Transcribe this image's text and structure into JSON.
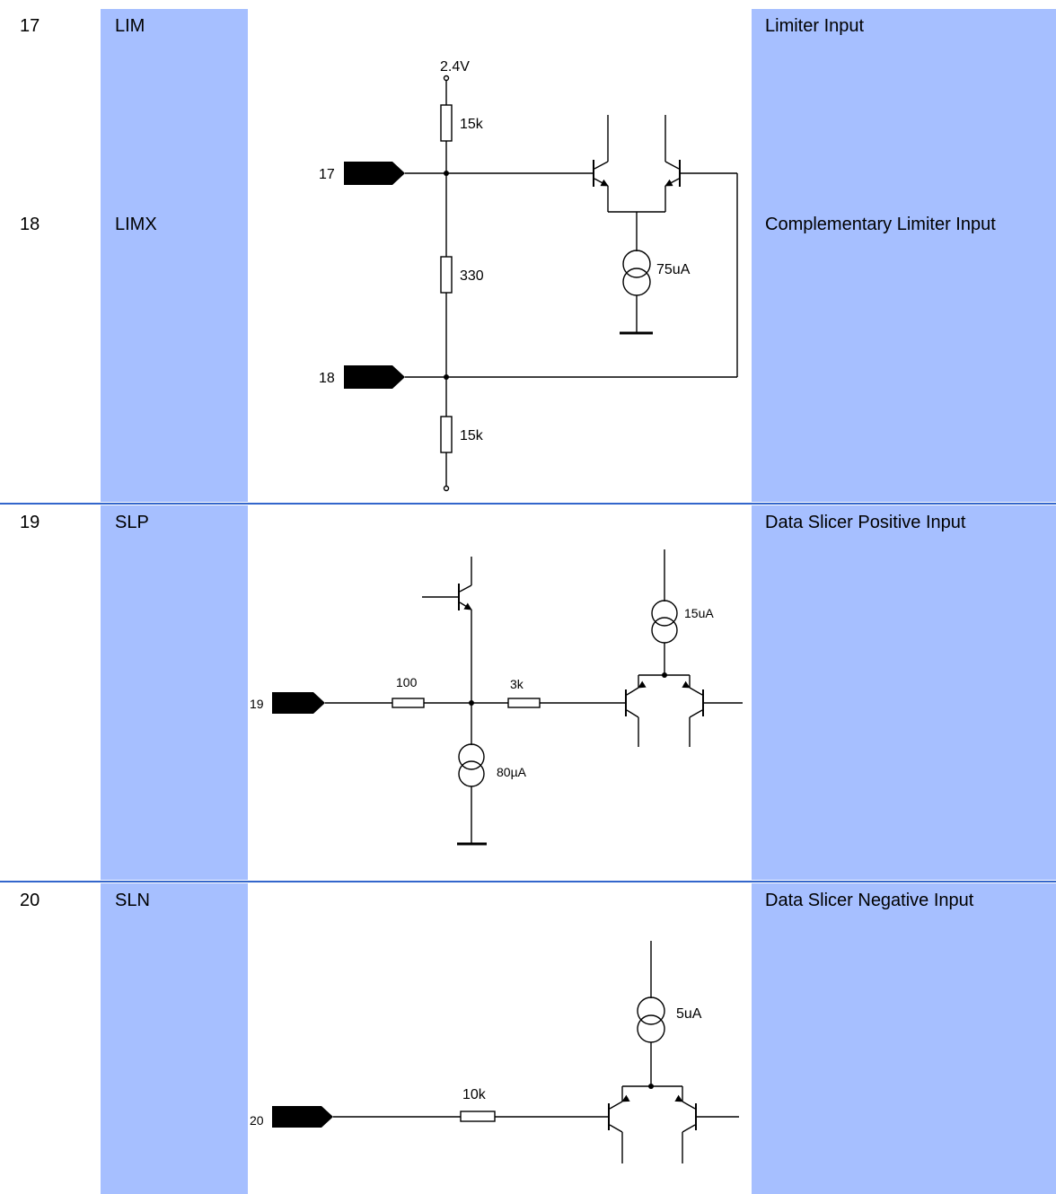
{
  "rows": [
    {
      "num": "17",
      "name": "LIM",
      "desc": "Limiter Input"
    },
    {
      "num": "18",
      "name": "LIMX",
      "desc": "Complementary Limiter Input"
    },
    {
      "num": "19",
      "name": "SLP",
      "desc": "Data Slicer Positive Input"
    },
    {
      "num": "20",
      "name": "SLN",
      "desc": "Data Slicer Negative Input"
    }
  ],
  "schematic1": {
    "supply": "2.4V",
    "r_top": "15k",
    "r_mid": "330",
    "r_bot": "15k",
    "current": "75uA",
    "pin_a": "17",
    "pin_b": "18"
  },
  "schematic2": {
    "pin": "19",
    "r1": "100",
    "r2": "3k",
    "current_bias": "80µA",
    "current_tail": "15uA"
  },
  "schematic3": {
    "pin": "20",
    "r1": "10k",
    "current_tail": "5uA"
  },
  "colors": {
    "column_fill": "#a6bfff",
    "divider": "#3366cc"
  }
}
